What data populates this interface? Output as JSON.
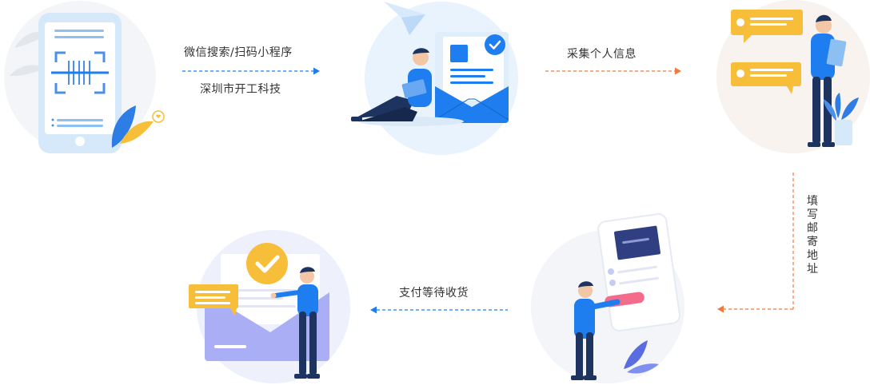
{
  "steps": {
    "step1": {
      "line1": "微信搜索/扫码小程序",
      "line2": "深圳市开工科技"
    },
    "step2": {
      "label": "采集个人信息"
    },
    "step3": {
      "label": "填写邮寄地址"
    },
    "step4": {
      "label": "支付等待收货"
    }
  },
  "colors": {
    "blue": "#1e7ef0",
    "orange": "#f07a3c",
    "circle_blue": "#e9f3fd",
    "circle_warm": "#f8f3ef",
    "yellow": "#f7be3a",
    "navy": "#1d3461",
    "purple": "#a9aef5"
  },
  "icons": {
    "phone_scan": "qr-scan-icon",
    "envelope_check": "envelope-check-icon",
    "chat_bubbles": "chat-bubble-icon",
    "phone_form": "form-phone-icon",
    "envelope_done": "checkmark-icon"
  }
}
